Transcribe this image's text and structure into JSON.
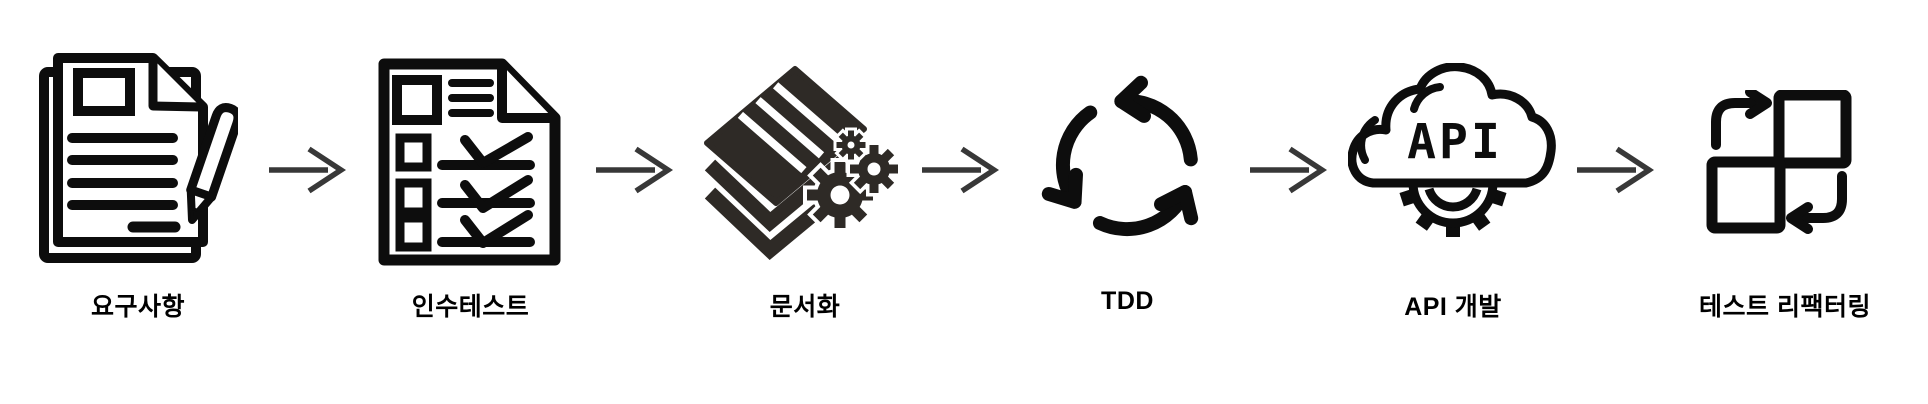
{
  "diagram": {
    "background": "#ffffff",
    "stages": [
      {
        "label": "요구사항",
        "icon": "requirements-document"
      },
      {
        "label": "인수테스트",
        "icon": "acceptance-checklist"
      },
      {
        "label": "문서화",
        "icon": "documentation-layers-gears"
      },
      {
        "label": "TDD",
        "icon": "tdd-cycle"
      },
      {
        "label": "API 개발",
        "icon": "api-cloud-gear"
      },
      {
        "label": "테스트 리팩터링",
        "icon": "test-refactoring-swap"
      }
    ],
    "api_icon_text": "API",
    "connectors": {
      "glyph": "→",
      "count": 5,
      "color": "#383838"
    },
    "colors": {
      "icon_line": "#0d0d0d",
      "documentation_fill": "#2e2a26",
      "label_text": "#000000"
    }
  }
}
